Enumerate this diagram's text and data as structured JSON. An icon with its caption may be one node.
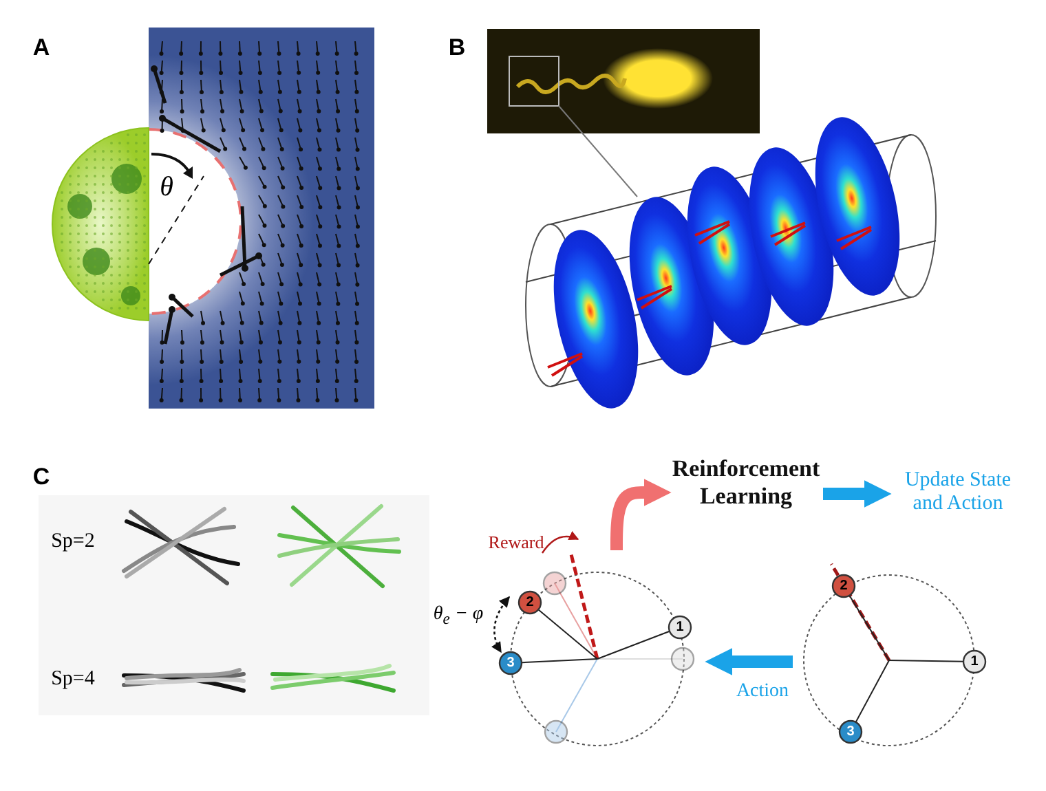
{
  "diagram": {
    "nodes": [
      {
        "text": [],
        "shape": "picture"
      },
      {
        "text": [
          "Reinforcement Learning"
        ]
      },
      {
        "text": [
          "Update State and Action"
        ]
      },
      {
        "text": [],
        "shape": "picture"
      }
    ],
    "edges": [
      {
        "from": 0,
        "to": 1,
        "arrow": "to",
        "color": "#f07070"
      },
      {
        "from": 1,
        "to": 2,
        "arrow": "to"
      },
      {
        "from": 3,
        "to": 0,
        "arrow": "to",
        "label": "Action"
      }
    ],
    "labels": [
      "A",
      "B",
      "θ",
      "C",
      "Sp=2",
      "Reward",
      "2",
      "2",
      "θ$_{e}$ − φ",
      "1",
      "1",
      "3",
      "Sp=4",
      "3"
    ]
  }
}
